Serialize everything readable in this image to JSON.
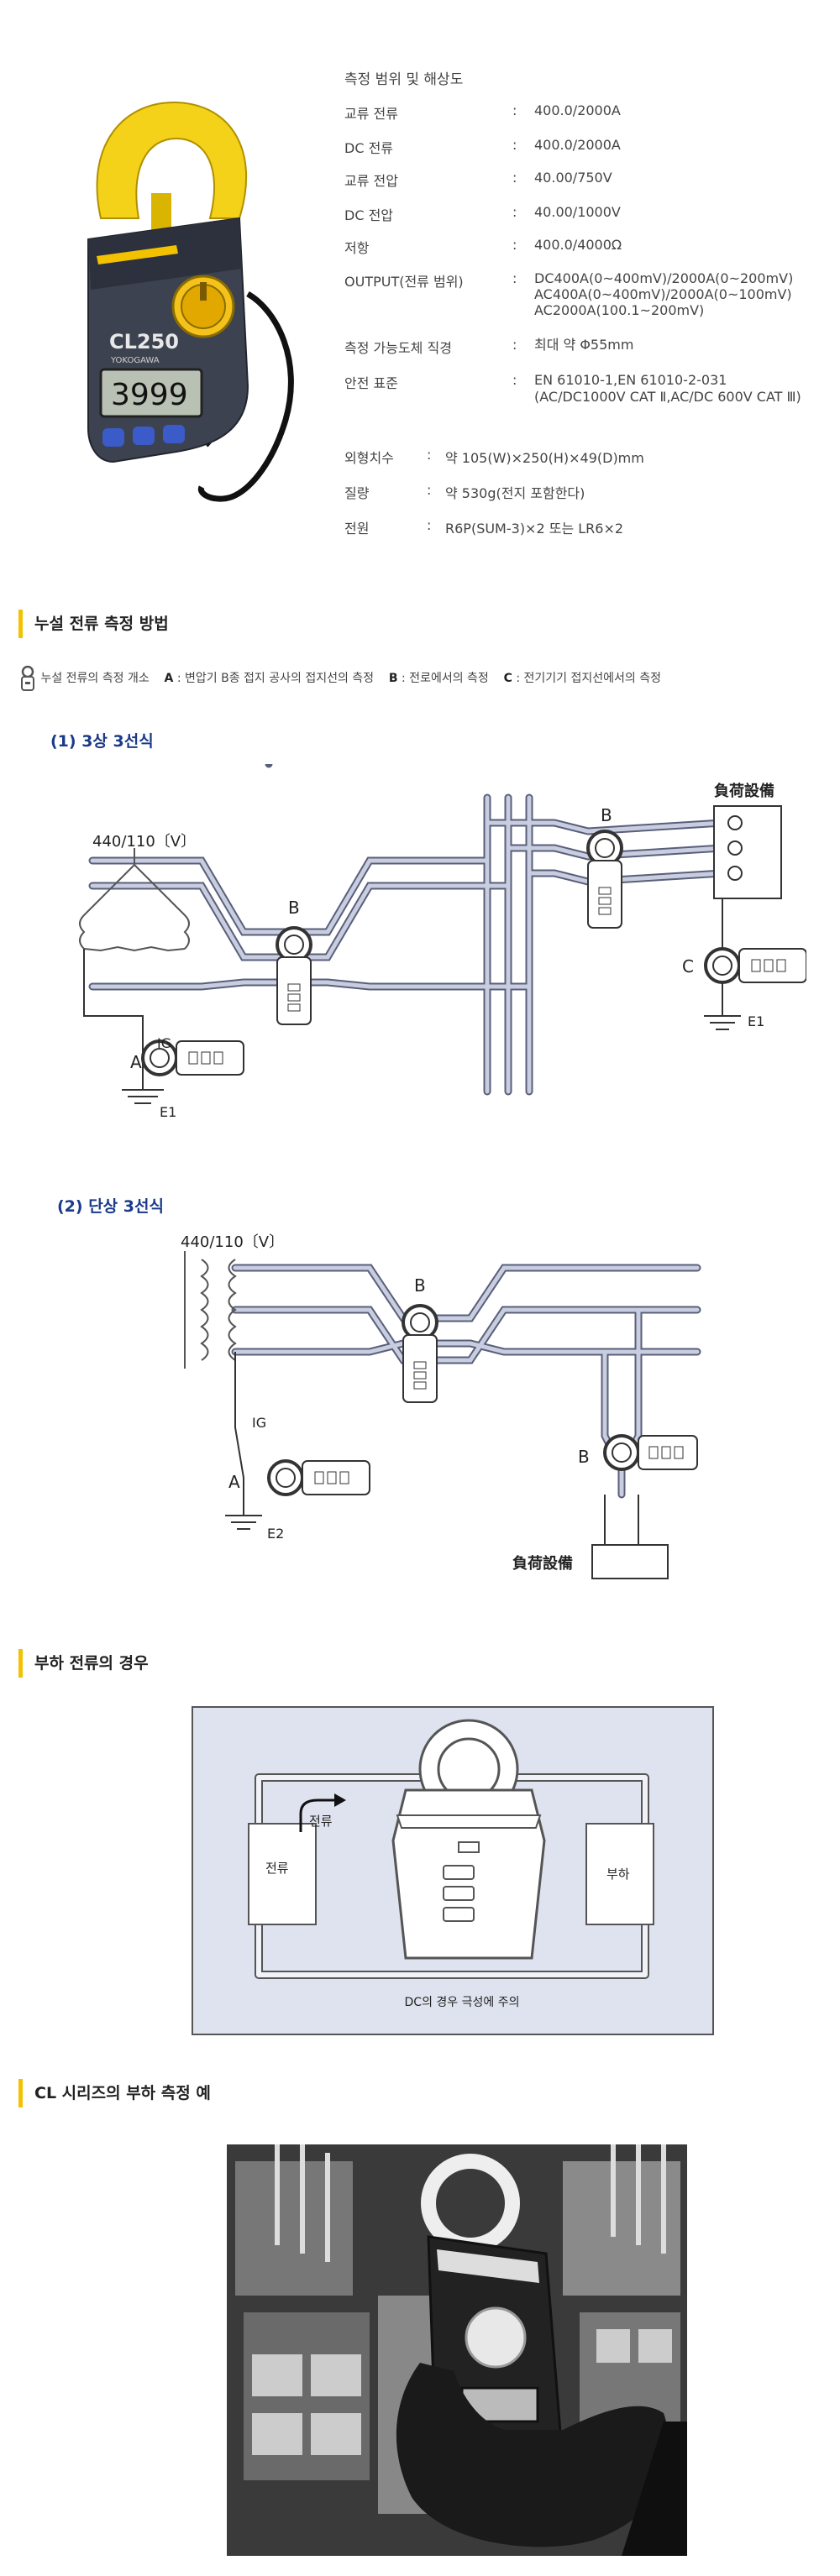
{
  "specs": {
    "title": "측정 범위 및 해상도",
    "rows": [
      {
        "label": "교류 전류",
        "colon": ":",
        "lines": [
          "400.0/2000A"
        ]
      },
      {
        "label": "DC 전류",
        "colon": ":",
        "lines": [
          "400.0/2000A"
        ]
      },
      {
        "label": "교류 전압",
        "colon": ":",
        "lines": [
          "40.00/750V"
        ]
      },
      {
        "label": "DC 전압",
        "colon": ":",
        "lines": [
          "40.00/1000V"
        ]
      },
      {
        "label": "저항",
        "colon": ":",
        "lines": [
          "400.0/4000Ω"
        ]
      },
      {
        "label": "OUTPUT(전류 범위)",
        "colon": ":",
        "lines": [
          "DC400A(0~400mV)/2000A(0~200mV)",
          "AC400A(0~400mV)/2000A(0~100mV)",
          "AC2000A(100.1~200mV)"
        ]
      },
      {
        "label": "측정 가능도체 직경",
        "colon": ":",
        "lines": [
          "최대 약 Φ55mm"
        ]
      },
      {
        "label": "안전 표준",
        "colon": ":",
        "lines": [
          "EN 61010-1,EN 61010-2-031",
          "(AC/DC1000V CAT Ⅱ,AC/DC 600V CAT Ⅲ)"
        ]
      }
    ],
    "rows2": [
      {
        "label": "외형치수",
        "colon": ":",
        "value": "약 105(W)×250(H)×49(D)mm"
      },
      {
        "label": "질량",
        "colon": ":",
        "value": "약 530g(전지 포함한다)"
      },
      {
        "label": "전원",
        "colon": ":",
        "value": "R6P(SUM-3)×2 또는 LR6×2"
      }
    ]
  },
  "device": {
    "brand": "CL250",
    "display": "3999",
    "maker": "YOKOGAWA"
  },
  "sections": {
    "leak": "누설 전류 측정 방법",
    "load": "부하 전류의 경우",
    "example": "CL 시리즈의 부하 측정 예"
  },
  "legend": {
    "intro": "누설 전류의 측정 개소",
    "a_key": "A",
    "a_text": ": 변압기 B종 접지 공사의 접지선의 측정",
    "b_key": "B",
    "b_text": ": 전로에서의 측정",
    "c_key": "C",
    "c_text": ": 전기기기 접지선에서의 측정"
  },
  "diagram1": {
    "title": "(1) 3상 3선식",
    "voltage": "440/110〔V〕",
    "load": "負荷設備",
    "label_a": "A",
    "label_b1": "B",
    "label_b2": "B",
    "label_c": "C",
    "ig": "IG",
    "e1a": "E1",
    "e1b": "E1"
  },
  "diagram2": {
    "title": "(2) 단상 3선식",
    "voltage": "440/110〔V〕",
    "load": "負荷設備",
    "label_a": "A",
    "label_b1": "B",
    "label_b2": "B",
    "ig": "IG",
    "e2": "E2"
  },
  "load_diagram": {
    "arrow_label": "전류",
    "source": "전류",
    "load": "부하",
    "note": "DC의 경우 극성에 주의"
  },
  "colors": {
    "accent": "#f2c200",
    "heading_blue": "#1a3a8a",
    "wire": "#c8cde0",
    "wire_stroke": "#5a5f7a"
  }
}
